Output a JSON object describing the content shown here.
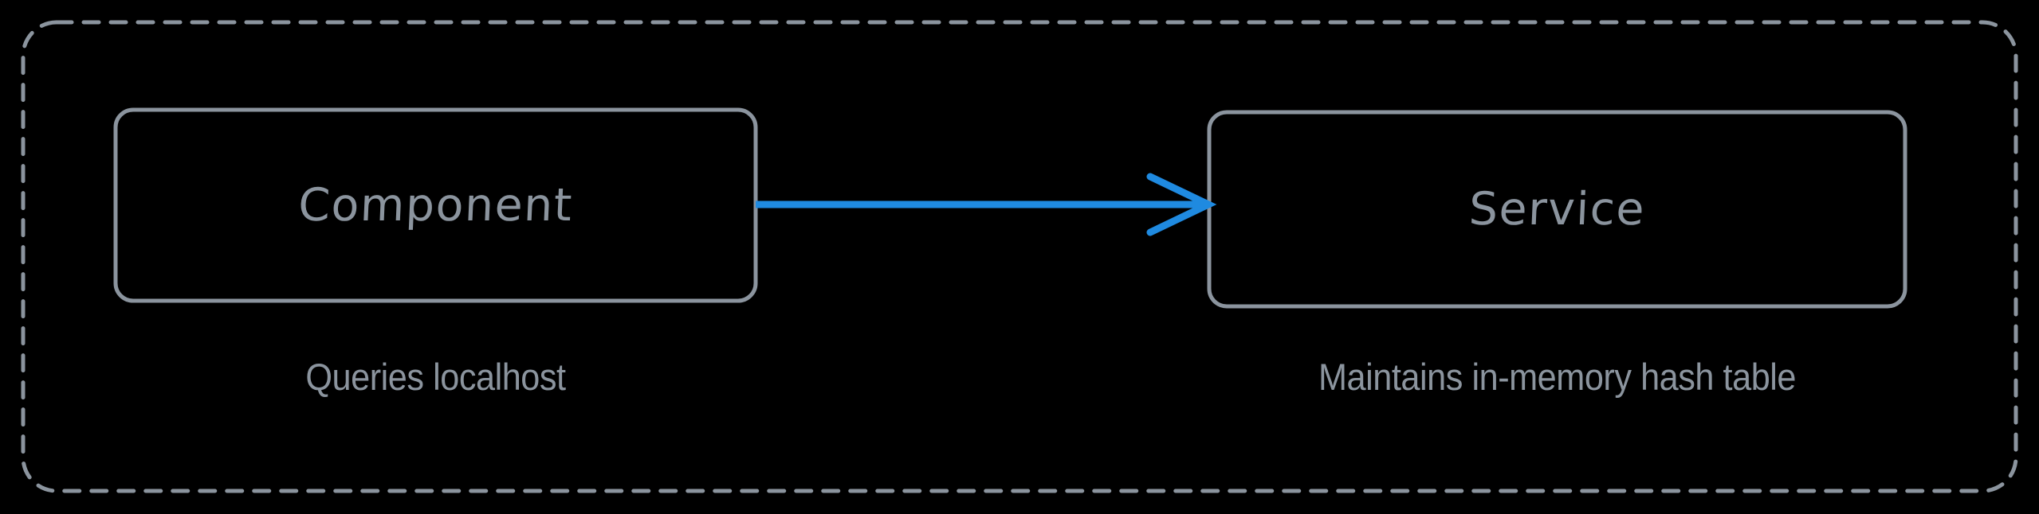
{
  "diagram": {
    "background_color": "#000000",
    "stroke_color": "#8b949e",
    "accent_color": "#1f8ae0",
    "group": {
      "name": "dashed-group-container",
      "style": "dashed-rounded-rectangle",
      "label": ""
    },
    "nodes": [
      {
        "id": "component",
        "label": "Component",
        "caption": "Queries localhost"
      },
      {
        "id": "service",
        "label": "Service",
        "caption": "Maintains in-memory hash table"
      }
    ],
    "edges": [
      {
        "id": "component-to-service",
        "from": "component",
        "to": "service",
        "label": "",
        "arrowhead": "open",
        "color": "#1f8ae0"
      }
    ]
  }
}
